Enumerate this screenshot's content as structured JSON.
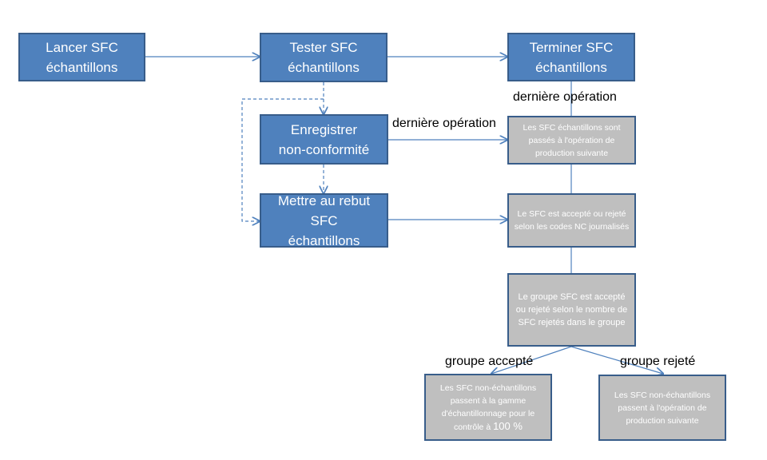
{
  "nodes": {
    "lancer": "Lancer SFC\néchantillons",
    "tester": "Tester SFC\néchantillons",
    "terminer": "Terminer SFC\néchantillons",
    "enregistrer": "Enregistrer\nnon-conformité",
    "rebut": "Mettre au rebut\nSFC\néchantillons",
    "passes": "Les SFC échantillons sont passés à l'opération de production suivante",
    "accepte": "Le SFC est accepté ou rejeté selon les codes NC journalisés",
    "groupe": "Le groupe SFC est accepté ou rejeté selon le nombre de SFC rejetés dans le groupe",
    "nonech_gamme_pre": "Les SFC non-échantillons passent à la gamme d'échantillonnage pour le contrôle à ",
    "nonech_gamme_pct": "100 %",
    "nonech_suivante": "Les SFC non-échantillons passent à l'opération de production suivante"
  },
  "labels": {
    "derniere_op_1": "dernière opération",
    "derniere_op_2": "dernière opération",
    "groupe_accepte": "groupe accepté",
    "groupe_rejete": "groupe rejeté"
  },
  "colors": {
    "box_fill": "#4f81bd",
    "box_border": "#385d8a",
    "gray_fill": "#bfbfbf",
    "connector": "#4f81bd"
  }
}
